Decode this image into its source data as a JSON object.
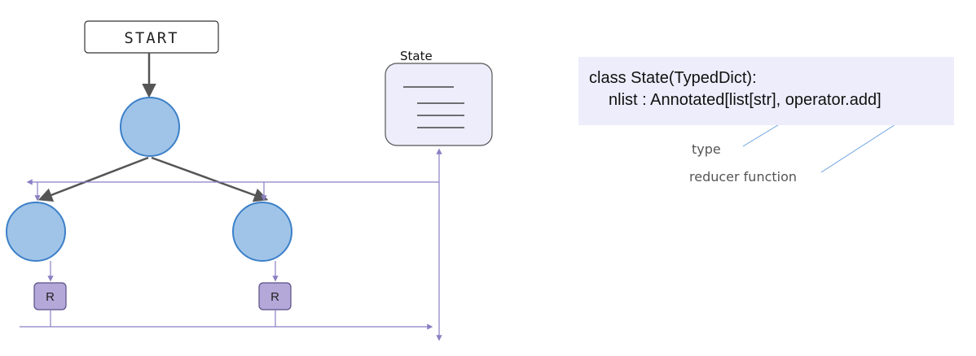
{
  "graph": {
    "start_label": "START",
    "reducer_label": "R",
    "state_label": "State"
  },
  "code": {
    "line1": "class State(TypedDict):",
    "line2_prefix": "nlist : Annotated",
    "type_part": "[list[str],",
    "reducer_part": "operator.add]"
  },
  "annotations": {
    "type_label": "type",
    "reducer_label": "reducer function"
  },
  "colors": {
    "node_fill": "#a0c4e8",
    "node_stroke": "#3c80c8",
    "reducer_fill": "#b3a8d8",
    "reducer_stroke": "#5a4e86",
    "state_fill": "#ededfc",
    "edge": "#555555",
    "connector": "#8b7fc4",
    "underline": "#3b7fd6",
    "pointer": "#6aa0e0"
  }
}
